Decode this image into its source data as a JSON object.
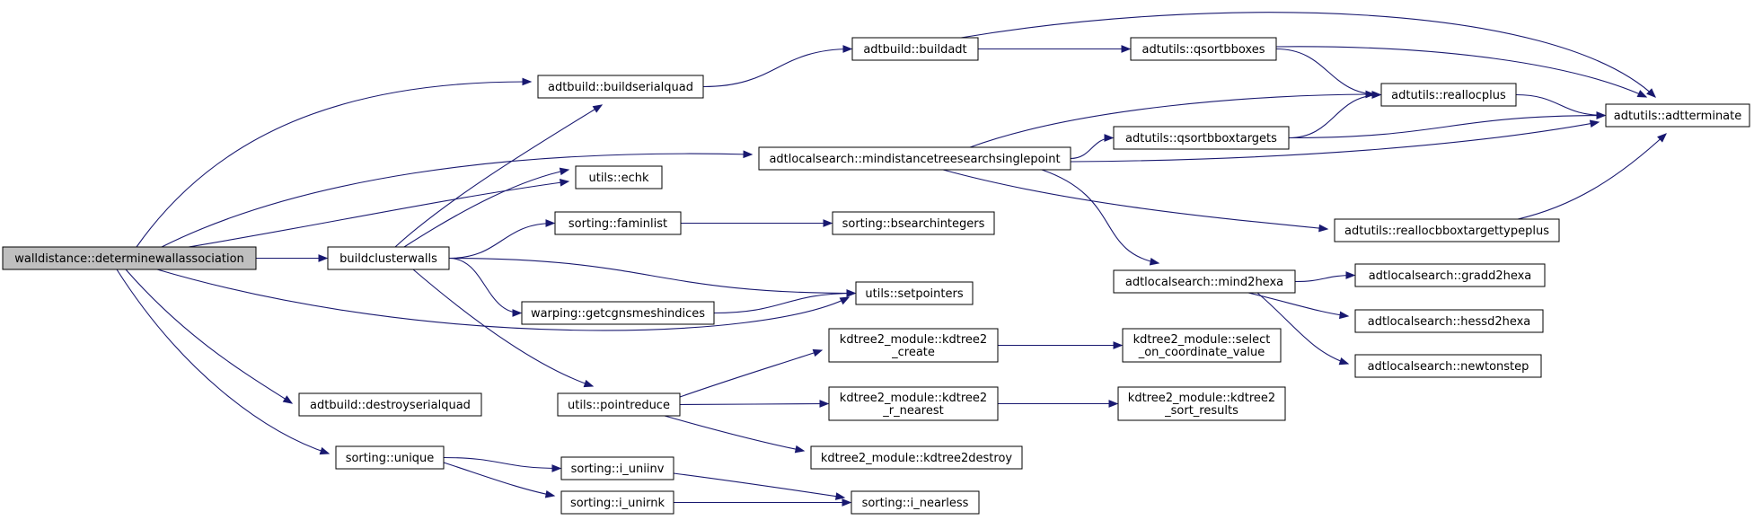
{
  "nodes": [
    {
      "id": "n0",
      "lines": [
        "walldistance::determinewallassociation"
      ],
      "root": true
    },
    {
      "id": "n1",
      "lines": [
        "adtbuild::buildserialquad"
      ]
    },
    {
      "id": "n2",
      "lines": [
        "adtbuild::buildadt"
      ]
    },
    {
      "id": "n3",
      "lines": [
        "adtutils::qsortbboxes"
      ]
    },
    {
      "id": "n4",
      "lines": [
        "adtutils::reallocplus"
      ]
    },
    {
      "id": "n5",
      "lines": [
        "adtutils::adtterminate"
      ]
    },
    {
      "id": "n6",
      "lines": [
        "adtlocalsearch::mindistancetreesearchsinglepoint"
      ]
    },
    {
      "id": "n7",
      "lines": [
        "adtutils::qsortbboxtargets"
      ]
    },
    {
      "id": "n8",
      "lines": [
        "utils::echk"
      ]
    },
    {
      "id": "n9",
      "lines": [
        "sorting::faminlist"
      ]
    },
    {
      "id": "n10",
      "lines": [
        "sorting::bsearchintegers"
      ]
    },
    {
      "id": "n11",
      "lines": [
        "adtutils::reallocbboxtargettypeplus"
      ]
    },
    {
      "id": "n12",
      "lines": [
        "buildclusterwalls"
      ]
    },
    {
      "id": "n13",
      "lines": [
        "adtlocalsearch::mind2hexa"
      ]
    },
    {
      "id": "n14",
      "lines": [
        "adtlocalsearch::gradd2hexa"
      ]
    },
    {
      "id": "n15",
      "lines": [
        "utils::setpointers"
      ]
    },
    {
      "id": "n16",
      "lines": [
        "warping::getcgnsmeshindices"
      ]
    },
    {
      "id": "n17",
      "lines": [
        "adtlocalsearch::hessd2hexa"
      ]
    },
    {
      "id": "n18",
      "lines": [
        "kdtree2_module::kdtree2",
        "_create"
      ]
    },
    {
      "id": "n19",
      "lines": [
        "kdtree2_module::select",
        "_on_coordinate_value"
      ]
    },
    {
      "id": "n20",
      "lines": [
        "adtlocalsearch::newtonstep"
      ]
    },
    {
      "id": "n21",
      "lines": [
        "adtbuild::destroyserialquad"
      ]
    },
    {
      "id": "n22",
      "lines": [
        "utils::pointreduce"
      ]
    },
    {
      "id": "n23",
      "lines": [
        "kdtree2_module::kdtree2",
        "_r_nearest"
      ]
    },
    {
      "id": "n24",
      "lines": [
        "kdtree2_module::kdtree2",
        "_sort_results"
      ]
    },
    {
      "id": "n25",
      "lines": [
        "kdtree2_module::kdtree2destroy"
      ]
    },
    {
      "id": "n26",
      "lines": [
        "sorting::unique"
      ]
    },
    {
      "id": "n27",
      "lines": [
        "sorting::i_uniinv"
      ]
    },
    {
      "id": "n28",
      "lines": [
        "sorting::i_unirnk"
      ]
    },
    {
      "id": "n29",
      "lines": [
        "sorting::i_nearless"
      ]
    }
  ],
  "edges": [
    [
      "n0",
      "n1"
    ],
    [
      "n0",
      "n6"
    ],
    [
      "n0",
      "n8"
    ],
    [
      "n0",
      "n12"
    ],
    [
      "n0",
      "n15"
    ],
    [
      "n0",
      "n21"
    ],
    [
      "n0",
      "n26"
    ],
    [
      "n1",
      "n2"
    ],
    [
      "n2",
      "n3"
    ],
    [
      "n2",
      "n5"
    ],
    [
      "n3",
      "n4"
    ],
    [
      "n3",
      "n5"
    ],
    [
      "n4",
      "n5"
    ],
    [
      "n6",
      "n4"
    ],
    [
      "n6",
      "n7"
    ],
    [
      "n6",
      "n5"
    ],
    [
      "n6",
      "n11"
    ],
    [
      "n6",
      "n13"
    ],
    [
      "n7",
      "n4"
    ],
    [
      "n7",
      "n5"
    ],
    [
      "n11",
      "n5"
    ],
    [
      "n12",
      "n1"
    ],
    [
      "n12",
      "n8"
    ],
    [
      "n12",
      "n9"
    ],
    [
      "n12",
      "n15"
    ],
    [
      "n12",
      "n16"
    ],
    [
      "n12",
      "n22"
    ],
    [
      "n9",
      "n10"
    ],
    [
      "n16",
      "n15"
    ],
    [
      "n13",
      "n14"
    ],
    [
      "n13",
      "n17"
    ],
    [
      "n13",
      "n20"
    ],
    [
      "n22",
      "n18"
    ],
    [
      "n22",
      "n23"
    ],
    [
      "n22",
      "n25"
    ],
    [
      "n18",
      "n19"
    ],
    [
      "n23",
      "n24"
    ],
    [
      "n26",
      "n27"
    ],
    [
      "n26",
      "n28"
    ],
    [
      "n27",
      "n29"
    ],
    [
      "n28",
      "n29"
    ]
  ],
  "colors": {
    "edge": "#191970",
    "root_fill": "#bfbfbf",
    "node_fill": "#ffffff",
    "node_stroke": "#000000"
  }
}
